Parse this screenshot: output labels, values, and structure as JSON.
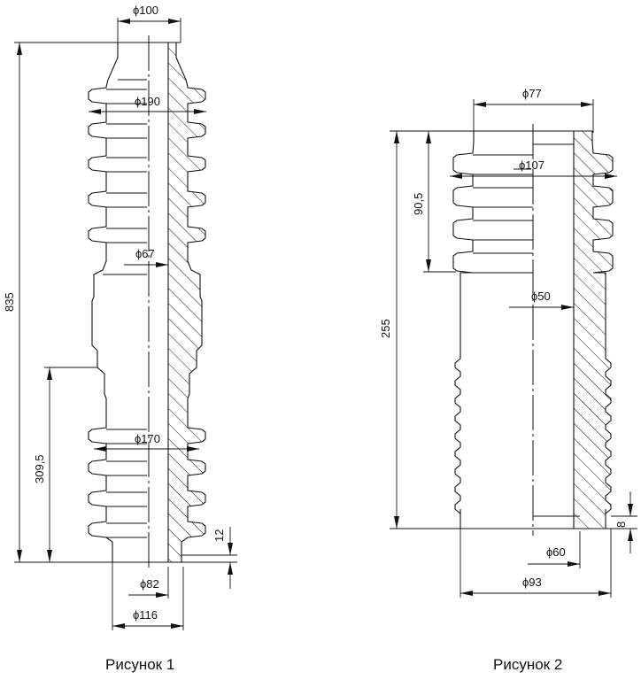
{
  "figure1": {
    "caption": "Рисунок 1",
    "dims": {
      "top_diameter": "ϕ100",
      "shed_diameter_upper": "ϕ190",
      "bore_diameter": "ϕ67",
      "shed_diameter_lower": "ϕ170",
      "bottom_inner_diameter": "ϕ82",
      "bottom_outer_diameter": "ϕ116",
      "total_height": "835",
      "lower_height": "309,5",
      "bottom_step": "12"
    }
  },
  "figure2": {
    "caption": "Рисунок 2",
    "dims": {
      "top_diameter": "ϕ77",
      "shed_diameter": "ϕ107",
      "bore_diameter": "ϕ50",
      "bottom_inner_diameter": "ϕ60",
      "bottom_outer_diameter": "ϕ93",
      "total_height": "255",
      "shed_zone_height": "90,5",
      "bottom_step": "8"
    }
  }
}
